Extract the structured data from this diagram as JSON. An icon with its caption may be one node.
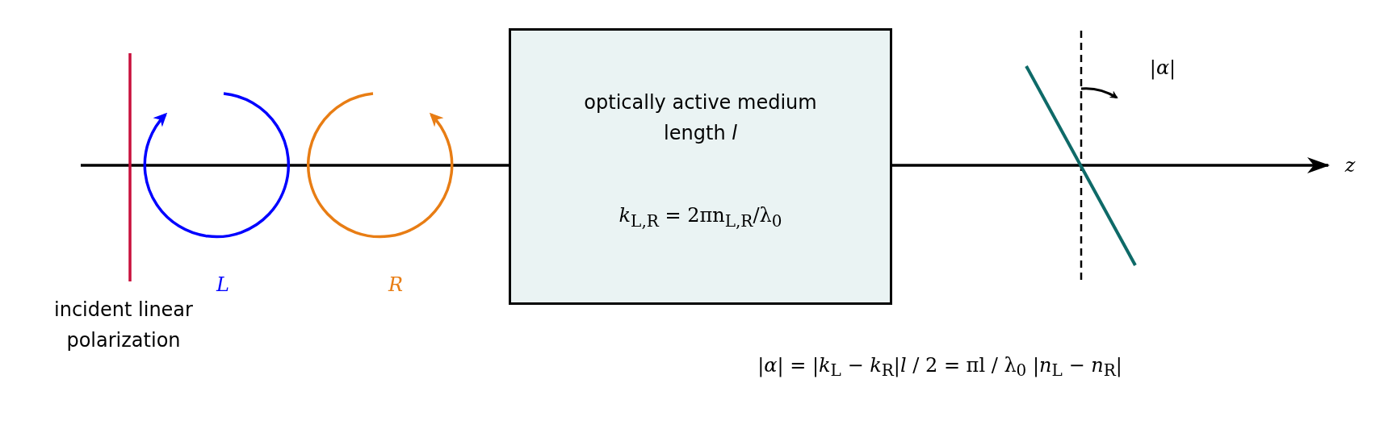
{
  "diagram": {
    "nodes": [
      {
        "text": [
          "optically active medium length *l*",
          "*k*$_{L,R}$ = 2πn$_{L,R}$/λ$_{0}$"
        ]
      }
    ],
    "labels": [
      "|*α*|",
      "*z*",
      "*L*",
      "*R*",
      "incident linear polarization",
      "|*α*| = |*k*$_{L}$ − *k*$_{R}$|*l* / 2 = πl / λ$_{0}$ |*n*$_{L}$ − *n*$_{R}$|"
    ]
  }
}
